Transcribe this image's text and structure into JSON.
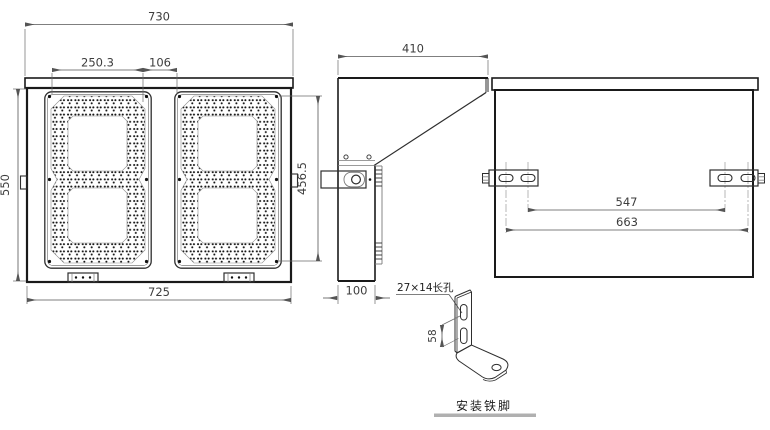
{
  "drawing_type": "LED display sign - dimensioned engineering drawing",
  "dims": {
    "front_top_width": "730",
    "digit_width": "250.3",
    "digit_gap": "106",
    "front_height": "550",
    "front_bottom_width": "725",
    "digit_area_height": "456.5",
    "side_top_depth": "410",
    "side_body_depth": "100",
    "rear_slot_span_inner": "547",
    "rear_slot_span_outer": "663",
    "bracket_slot_spacing": "58"
  },
  "labels": {
    "bracket_slot": "27×14长孔",
    "bracket_caption": "安装铁脚"
  },
  "colors": {
    "background": "#ffffff",
    "heavy_line": "#1a1a1a",
    "dimension_line": "#555555",
    "text": "#3d3d3d",
    "led_dot": "#151515",
    "caption_underline": "#b0b0b0"
  }
}
